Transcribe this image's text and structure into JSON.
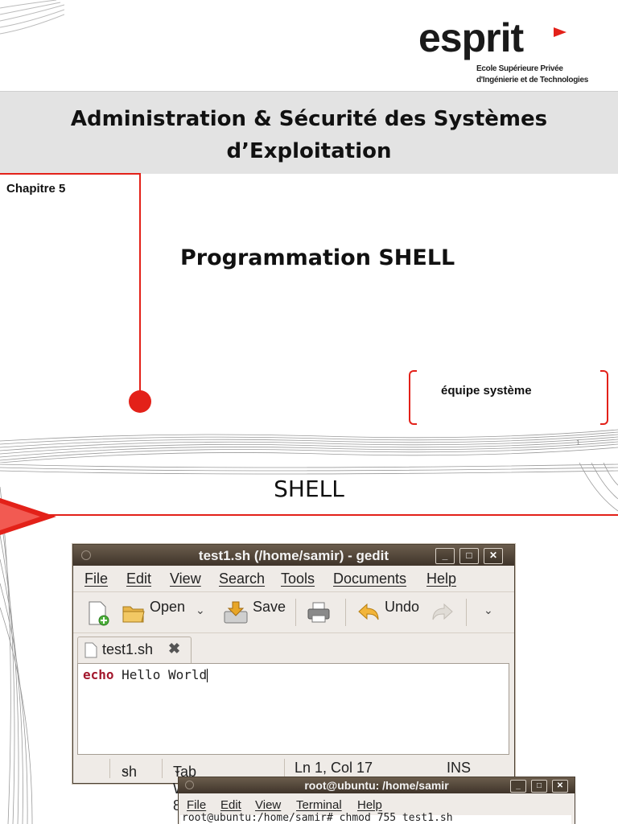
{
  "slide1": {
    "logo_text": "esprit",
    "logo_line1": "Ecole Supérieure Privée",
    "logo_line2": "d'Ingénierie et de Technologies",
    "title_line1": "Administration & Sécurité des Systèmes",
    "title_line2": "d’Exploitation",
    "chapter": "Chapitre 5",
    "subtitle": "Programmation SHELL",
    "team": "équipe système",
    "page_number": "1"
  },
  "slide2": {
    "heading": "SHELL",
    "gedit": {
      "title": "test1.sh (/home/samir) - gedit",
      "window_buttons": [
        "_",
        "□",
        "✕"
      ],
      "menu": [
        "File",
        "Edit",
        "View",
        "Search",
        "Tools",
        "Documents",
        "Help"
      ],
      "toolbar": {
        "open_label": "Open",
        "save_label": "Save",
        "undo_label": "Undo"
      },
      "tab_label": "test1.sh",
      "code_keyword": "echo",
      "code_rest": " Hello World",
      "status": {
        "language": "sh",
        "tab_width": "Tab Width:  8",
        "position": "Ln 1, Col 17",
        "mode": "INS"
      }
    },
    "terminal": {
      "title": "root@ubuntu: /home/samir",
      "menu": [
        "File",
        "Edit",
        "View",
        "Terminal",
        "Help"
      ],
      "line": "root@ubuntu:/home/samir# chmod 755 test1.sh"
    }
  },
  "colors": {
    "accent_red": "#e32119",
    "title_band": "#e3e3e3",
    "window_titlebar": "#4f4336",
    "keyword": "#a3182d"
  }
}
